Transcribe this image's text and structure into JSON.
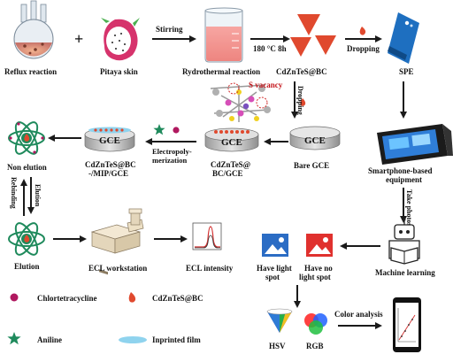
{
  "labels": {
    "reflux": "Reflux reaction",
    "pitaya": "Pitaya skin",
    "stirring": "Stirring",
    "hydrothermal": "Rydrothermal reaction",
    "temp": "180 °C  8h",
    "cdznte_top": "CdZnTeS@BC",
    "dropping_top": "Dropping",
    "spe": "SPE",
    "s_vacancy": "S vacancy",
    "dropping_mid": "Dropping",
    "gce1": "GCE",
    "gce2": "GCE",
    "gce3": "GCE",
    "bare_gce": "Bare GCE",
    "cdzntes_bc_line1": "CdZnTeS@",
    "cdzntes_bc_line2": "BC/GCE",
    "electropoly_line1": "Electropoly-",
    "electropoly_line2": "merization",
    "mip_line1": "CdZnTeS@BC",
    "mip_line2": "-/MIP/GCE",
    "non_elution": "Non elution",
    "elution_arrow": "Elution",
    "rebinding": "Rebinding",
    "elution": "Elution",
    "ecl_workstation": "ECL workstation",
    "ecl_intensity": "ECL intensity",
    "smartphone_line1": "Smartphone-based",
    "smartphone_line2": "equipment",
    "take_photos": "Take photos",
    "machine_learning": "Machine learning",
    "have_light_line1": "Have light",
    "have_light_line2": "spot",
    "have_no_light_line1": "Have no",
    "have_no_light_line2": "light spot",
    "hsv": "HSV",
    "rgb": "RGB",
    "color_analysis": "Color analysis"
  },
  "legend": [
    {
      "label": "Chlortetracycline",
      "icon": "purple-circle-icon"
    },
    {
      "label": "CdZnTeS@BC",
      "icon": "red-drop-icon"
    },
    {
      "label": "Aniline",
      "icon": "green-star-icon"
    },
    {
      "label": "Inprinted film",
      "icon": "cyan-ellipse-icon"
    }
  ],
  "colors": {
    "arrow": "#1a1a1a",
    "cdzntes": "#d9432b",
    "chlortetracycline": "#b0185f",
    "aniline": "#1f8a5c",
    "film": "#8fd3ee",
    "gce_body": "#d4d4d4",
    "blue_spot": "#2b6cc4",
    "red_spot": "#e0312e"
  }
}
